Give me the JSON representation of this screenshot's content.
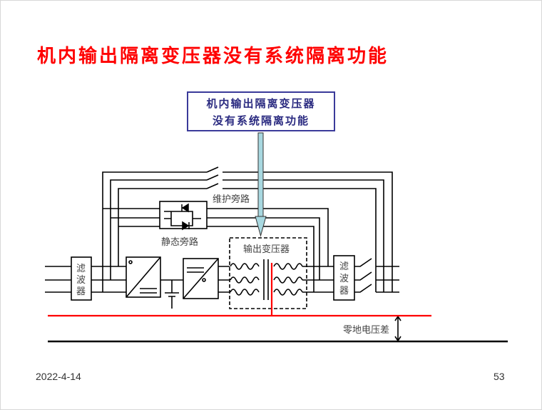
{
  "title": "机内输出隔离变压器没有系统隔离功能",
  "callout": {
    "line1": "机内输出隔离变压器",
    "line2": "没有系统隔离功能"
  },
  "diagram": {
    "maintenance_bypass": "维护旁路",
    "static_bypass": "静态旁路",
    "output_transformer": "输出变压器",
    "filter_in": [
      "滤",
      "波",
      "器"
    ],
    "filter_out": [
      "滤",
      "波",
      "器"
    ],
    "neutral_ground_voltage": "零地电压差"
  },
  "colors": {
    "title": "#ff0000",
    "neutral": "#ff0000",
    "arrow": "#a8d8e0",
    "callout_border": "#3a3a9a"
  },
  "footer": {
    "date": "2022-4-14",
    "page": "53"
  }
}
